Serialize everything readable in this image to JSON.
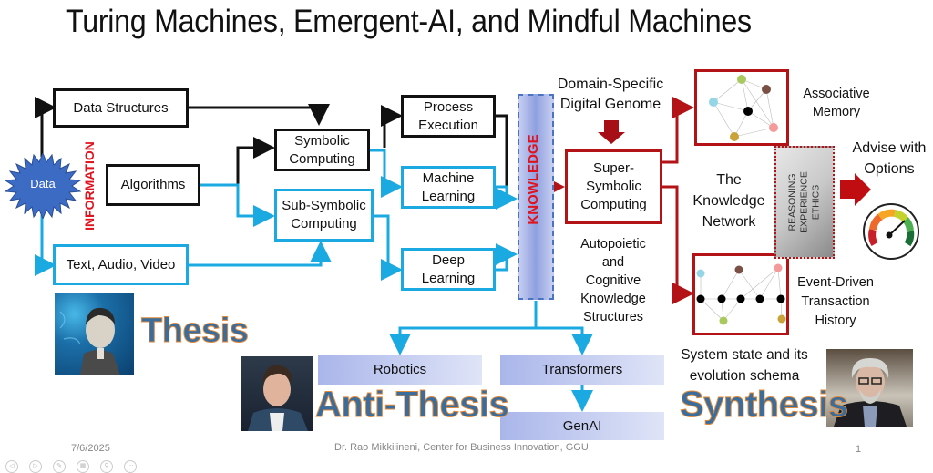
{
  "slide": {
    "title": "Turing Machines, Emergent-AI, and Mindful Machines",
    "footer": {
      "date": "7/6/2025",
      "author": "Dr. Rao Mikkilineni, Center for Business Innovation, GGU",
      "page_number": "1"
    },
    "nav_icons": [
      "previous-slide-icon",
      "next-slide-icon",
      "pen-icon",
      "slides-grid-icon",
      "zoom-icon",
      "more-options-icon"
    ]
  },
  "colors": {
    "symbolic_line": "#111111",
    "subsymbolic_line": "#1ba9e1",
    "supersymbolic_line": "#b31217",
    "vertical_labels": "#e0121d",
    "thesis_fill": "#3a6c9c",
    "thesis_outline": "#e08a3c"
  },
  "diagram": {
    "source": "Data",
    "information_label": "INFORMATION",
    "inputs": {
      "data_structures": "Data Structures",
      "algorithms": "Algorithms",
      "media": "Text, Audio, Video"
    },
    "computing": {
      "symbolic": [
        "Symbolic",
        "Computing"
      ],
      "sub_symbolic": [
        "Sub-Symbolic",
        "Computing"
      ]
    },
    "outputs": {
      "process_execution": [
        "Process",
        "Execution"
      ],
      "machine_learning": [
        "Machine",
        "Learning"
      ],
      "deep_learning": [
        "Deep",
        "Learning"
      ]
    },
    "knowledge_label": "KNOWLEDGE",
    "genome": [
      "Domain-Specific",
      "Digital Genome"
    ],
    "super_symbolic": [
      "Super-",
      "Symbolic",
      "Computing"
    ],
    "autopoietic": [
      "Autopoietic",
      "and",
      "Cognitive",
      "Knowledge",
      "Structures"
    ],
    "knowledge_network": [
      "The",
      "Knowledge",
      "Network"
    ],
    "associative_memory": [
      "Associative",
      "Memory"
    ],
    "event_history": [
      "Event-Driven",
      "Transaction",
      "History"
    ],
    "reasoning": [
      "REASONING",
      "EXPERIENCE",
      "ETHICS"
    ],
    "advise": [
      "Advise with",
      "Options"
    ],
    "system_state": [
      "System state and its",
      "evolution schema"
    ],
    "robotics": "Robotics",
    "transformers": "Transformers",
    "genai": "GenAI"
  },
  "labels": {
    "thesis": "Thesis",
    "anti_thesis": "Anti-Thesis",
    "synthesis": "Synthesis"
  }
}
